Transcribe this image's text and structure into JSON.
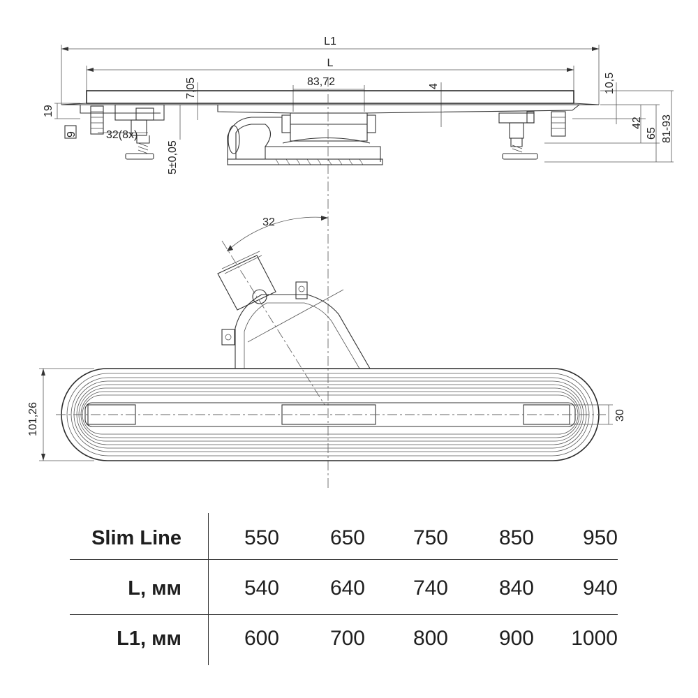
{
  "dimensions": {
    "L1": "L1",
    "L": "L",
    "d_83_72": "83,72",
    "d_7_05": "7,05",
    "d_4": "4",
    "d_10_5": "10,5",
    "d_19": "19",
    "d_9": "9",
    "d_32_8x": "32(8x)",
    "d_5_005": "5±0,05",
    "d_42": "42",
    "d_65": "65",
    "d_81_93": "81-93",
    "d_32": "32",
    "d_101_26": "101,26",
    "d_30": "30"
  },
  "table": {
    "rows": [
      {
        "label": "Slim Line",
        "values": [
          "550",
          "650",
          "750",
          "850",
          "950"
        ]
      },
      {
        "label": "L, мм",
        "values": [
          "540",
          "640",
          "740",
          "840",
          "940"
        ]
      },
      {
        "label": "L1, мм",
        "values": [
          "600",
          "700",
          "800",
          "900",
          "1000"
        ]
      }
    ]
  }
}
